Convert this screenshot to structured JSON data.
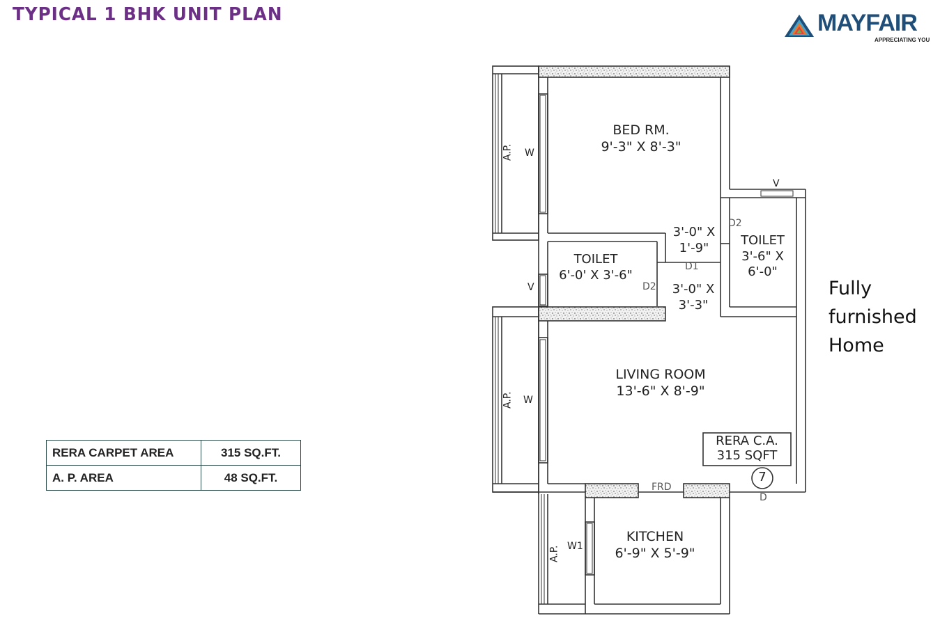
{
  "header": {
    "title": "TYPICAL 1 BHK UNIT PLAN",
    "title_color": "#6b2f86"
  },
  "logo": {
    "brand": "MAYFAIR",
    "tagline": "APPRECIATING YOU",
    "brand_color": "#1f4e79"
  },
  "area_table": {
    "rows": [
      {
        "label": "RERA CARPET AREA",
        "value": "315 SQ.FT."
      },
      {
        "label": "A. P. AREA",
        "value": "48 SQ.FT."
      }
    ]
  },
  "plan": {
    "rooms": {
      "bedroom": {
        "name": "BED RM.",
        "size": "9'-3\" X 8'-3\""
      },
      "toilet_left": {
        "name": "TOILET",
        "size": "6'-0' X 3'-6\""
      },
      "toilet_right": {
        "name": "TOILET",
        "size1": "3'-6\" X",
        "size2": "6'-0\""
      },
      "passage_top": {
        "size1": "3'-0\" X",
        "size2": "1'-9\""
      },
      "passage_bottom": {
        "size1": "3'-0\" X",
        "size2": "3'-3\""
      },
      "living": {
        "name": "LIVING ROOM",
        "size": "13'-6\" X 8'-9\""
      },
      "kitchen": {
        "name": "KITCHEN",
        "size": "6'-9\" X 5'-9\""
      }
    },
    "rera_box": {
      "line1": "RERA C.A.",
      "line2": "315 SQFT"
    },
    "unit_number": "7",
    "markers": {
      "ap": "A.P.",
      "window": "W",
      "window_kitchen": "W1",
      "vent": "V",
      "door_d1": "D1",
      "door_d2": "D2",
      "door_main": "D",
      "french_door": "FRD"
    }
  },
  "note": {
    "line1": "Fully",
    "line2": "furnished",
    "line3": "Home"
  }
}
